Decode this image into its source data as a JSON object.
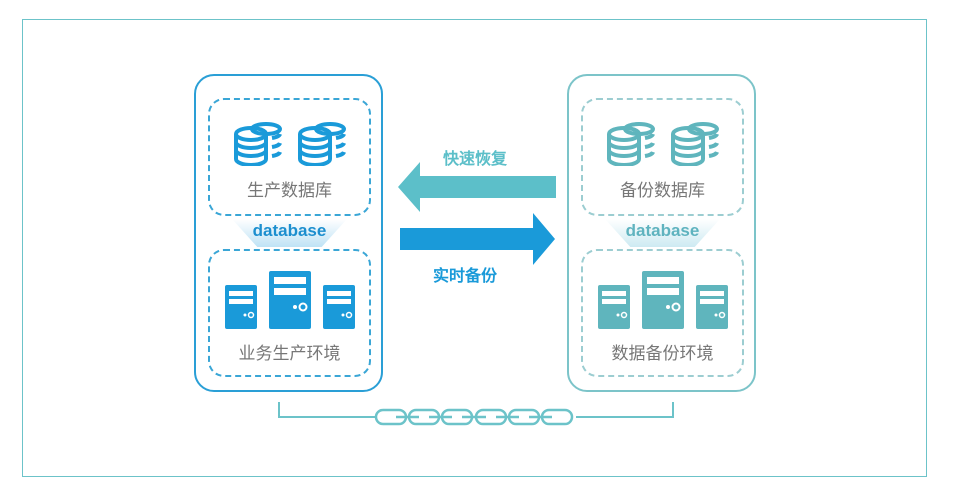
{
  "diagram": {
    "production": {
      "database_label": "生产数据库",
      "tag": "database",
      "environment_label": "业务生产环境",
      "color": "#1a9ad9"
    },
    "backup": {
      "database_label": "备份数据库",
      "tag": "database",
      "environment_label": "数据备份环境",
      "color": "#5fb5bd"
    },
    "arrows": {
      "restore_label": "快速恢复",
      "restore_color": "#5cbfc9",
      "backup_label": "实时备份",
      "backup_color": "#1a9ad9"
    },
    "link": {
      "chain_links": 6,
      "color": "#6cc3c9"
    }
  }
}
